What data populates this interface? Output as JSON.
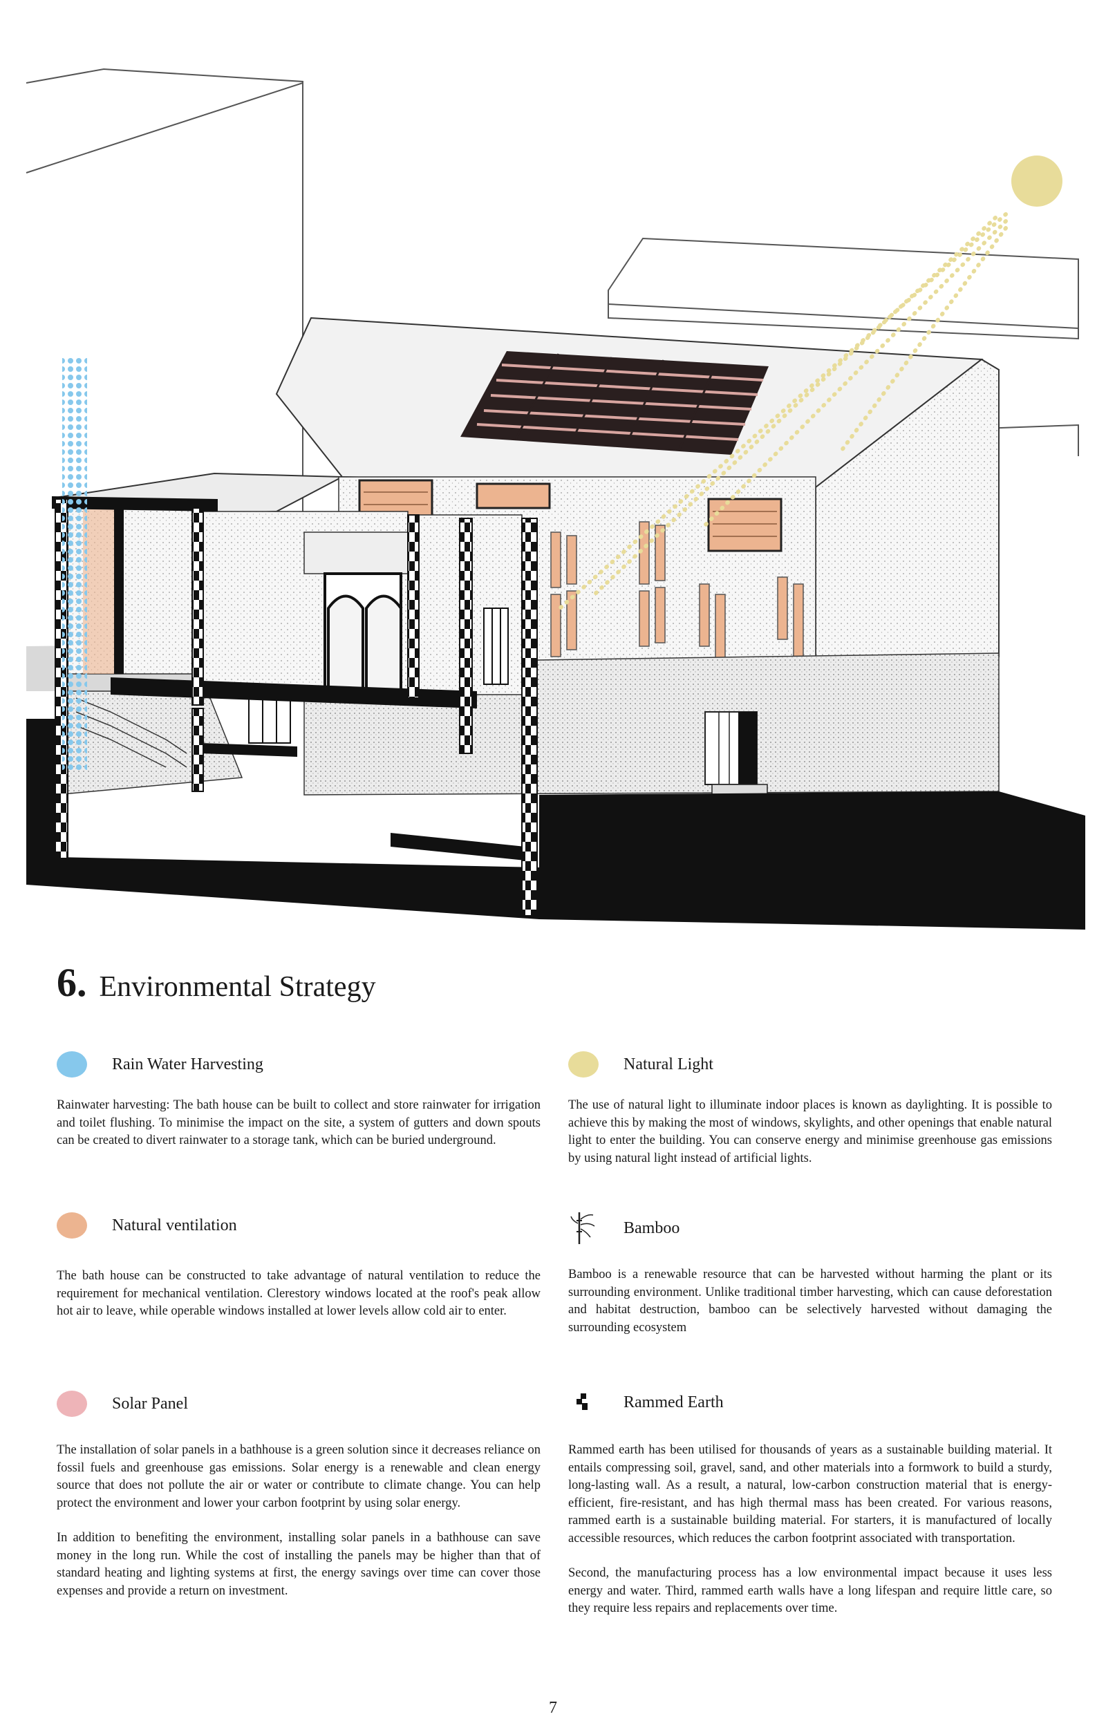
{
  "heading": {
    "number": "6.",
    "title": "Environmental Strategy"
  },
  "colors": {
    "rain": "#86c8ec",
    "light": "#e8dc9a",
    "ventilation": "#ecb490",
    "solar": "#eeb4b8",
    "panel_dark": "#2a1f1f",
    "panel_light": "#d8a5a0"
  },
  "sections": {
    "rain": {
      "title": "Rain Water Harvesting",
      "paragraphs": [
        "Rainwater harvesting: The bath house can be built to collect and store rainwater for irrigation and toilet flushing. To minimise the impact on the site, a system of gutters and down spouts can be created to divert rainwater to a storage tank, which can be buried underground."
      ]
    },
    "light": {
      "title": "Natural Light",
      "paragraphs": [
        "The use of natural light to illuminate indoor places is known as daylighting. It is possible to achieve this by making the most of windows, skylights, and other openings that enable natural light to enter the building. You can conserve energy and minimise greenhouse gas emissions by using natural light instead of artificial lights."
      ]
    },
    "ventilation": {
      "title": "Natural ventilation",
      "paragraphs": [
        "The bath house can be constructed to take advantage of natural ventilation to reduce the requirement for mechanical ventilation. Clerestory windows located at the roof's peak allow hot air to leave, while operable windows installed at lower levels allow cold air to enter."
      ]
    },
    "bamboo": {
      "title": "Bamboo",
      "icon": "bamboo-icon",
      "paragraphs": [
        "Bamboo is a renewable resource that can be harvested without harming the plant or its surrounding environment. Unlike traditional timber harvesting, which can cause deforestation and habitat destruction, bamboo can be selectively harvested without damaging the surrounding ecosystem"
      ]
    },
    "solar": {
      "title": "Solar Panel",
      "paragraphs": [
        "The installation of solar panels in a bathhouse is a green solution since it decreases reliance on fossil fuels and greenhouse gas emissions. Solar energy is a renewable and clean energy source that does not pollute the air or water or contribute to climate change. You can help protect the environment and lower your carbon footprint by using solar energy.",
        "In addition to benefiting the environment, installing solar panels in a bathhouse can save money in the long run. While the cost of installing the panels may be higher than that of standard heating and lighting systems at first, the energy savings over time can cover those expenses and provide a return on investment."
      ]
    },
    "rammed": {
      "title": "Rammed Earth",
      "icon": "rammed-earth-icon",
      "paragraphs": [
        "Rammed earth has been utilised for thousands of years as a sustainable building material. It entails compressing soil, gravel, sand, and other materials into a formwork to build a sturdy, long-lasting wall. As a result, a natural, low-carbon construction material that is energy-efficient, fire-resistant, and has high thermal mass has been created. For various reasons, rammed earth is a sustainable building material. For starters, it is manufactured of locally accessible resources, which reduces the carbon footprint associated with transportation.",
        "Second, the manufacturing process has a low environmental impact because it uses less energy and water. Third, rammed earth walls have a long lifespan and require little care, so they require less repairs and replacements over time."
      ]
    }
  },
  "page_number": "7"
}
